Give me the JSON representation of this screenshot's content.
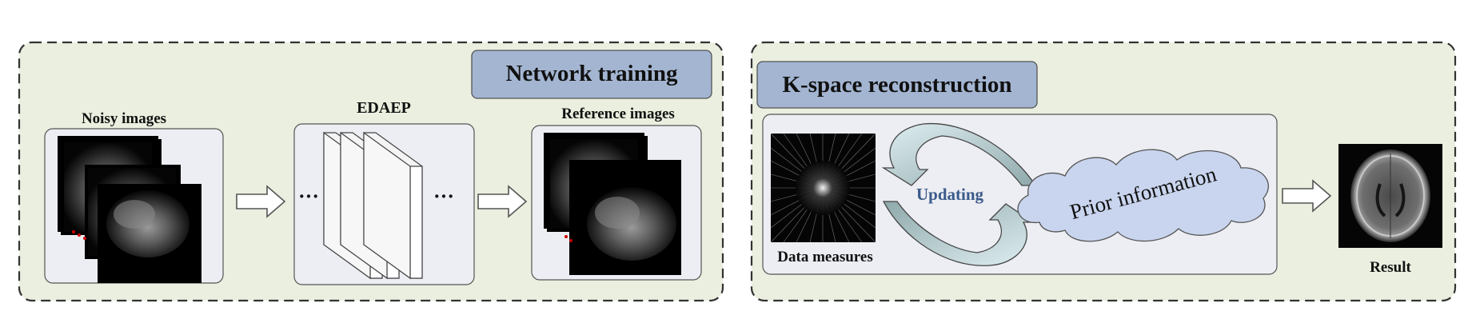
{
  "diagram": {
    "left_panel": {
      "header": "Network training",
      "noisy_label": "Noisy images",
      "edaep_label": "EDAEP",
      "ellipsis_left": "···",
      "ellipsis_right": "···",
      "reference_label": "Reference images"
    },
    "right_panel": {
      "header": "K-space reconstruction",
      "data_label": "Data measures",
      "updating_label": "Updating",
      "prior_label": "Prior information",
      "result_label": "Result"
    },
    "colors": {
      "panel_fill": "#eaefdf",
      "inner_box_fill": "#eceef3",
      "header_fill": "#a3b5d1",
      "cloud_fill": "#c9d5ee",
      "updating_text": "#3a5a8a",
      "arrow_fill": "#b5c8c9"
    }
  }
}
